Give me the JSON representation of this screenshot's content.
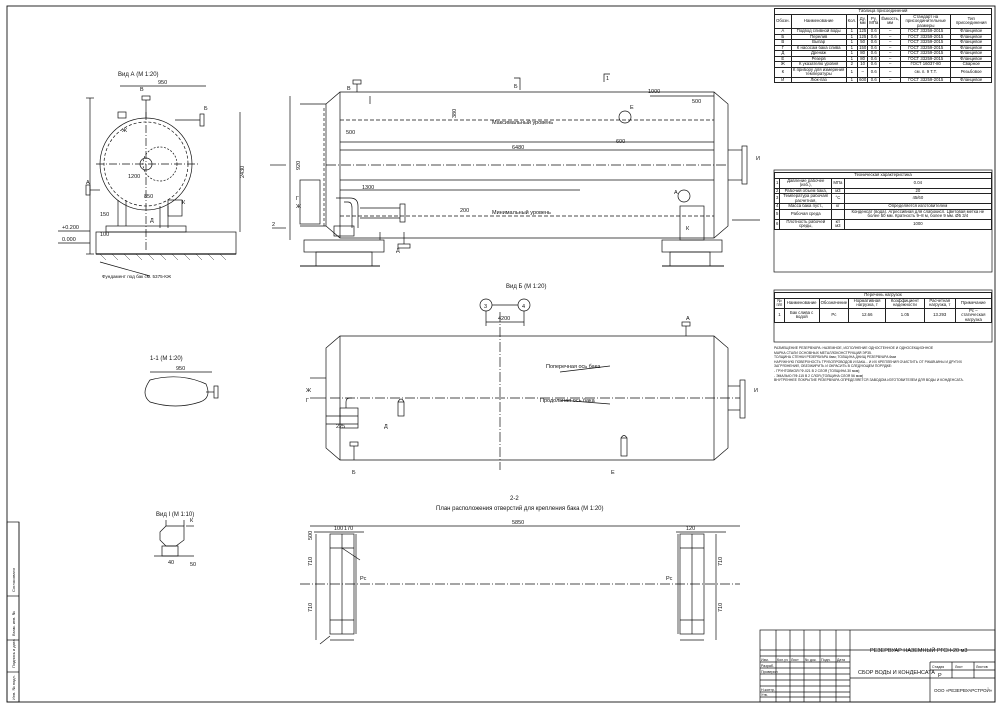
{
  "views": {
    "view_a": "Вид А (М 1:20)",
    "view_b": "Вид Б (М 1:20)",
    "section_11": "1-1 (М 1:20)",
    "view_i": "Вид I (М 1:10)",
    "section_22": "2-2",
    "plan_title": "План расположения отверстий для крепления бака (М 1:20)"
  },
  "view_a_labels": {
    "dim_top": "950",
    "nozzle_v": "В",
    "nozzle_b": "Б",
    "nozzle_a": "А",
    "nozzle_zh": "Ж",
    "nozzle_d": "Д",
    "nozzle_k": "К",
    "dim_1200": "1200",
    "dim_2430": "2430",
    "dim_850": "850",
    "dim_150": "150",
    "dim_100": "100",
    "level_top": "+0.200",
    "level_zero": "0.000",
    "foundation_note": "Фундамент под бак см. 5375-КЖ"
  },
  "front_labels": {
    "dim_1000": "1000",
    "dim_500": "500",
    "dim_380": "380",
    "dim_600": "600",
    "dim_6480": "6480",
    "dim_1300": "1300",
    "dim_920": "920",
    "dim_200": "200",
    "max_level": "Максимальный уровень",
    "min_level": "Минимальный уровень",
    "mark_v": "В",
    "mark_e": "Е",
    "mark_zh": "Ж",
    "mark_g": "Г",
    "mark_d": "Д",
    "mark_k": "К",
    "mark_a": "А",
    "mark_i": "И",
    "mark_1": "1",
    "mark_2": "2",
    "mark_b": "Б"
  },
  "plan_labels": {
    "axis_3": "3",
    "axis_4": "4",
    "dim_4200": "4200",
    "transverse_axis": "Поперечная ось бака",
    "longitudinal_axis": "Продольная ось бака",
    "mark_a": "А",
    "mark_b": "Б",
    "mark_e": "Е",
    "mark_zh": "Ж",
    "mark_g": "Г",
    "mark_d": "Д",
    "mark_i": "И",
    "dim_225": "225"
  },
  "section11_labels": {
    "dim": "950"
  },
  "view_i_labels": {
    "k": "К",
    "d40": "40",
    "d50": "50"
  },
  "plan_bottom": {
    "dim_5850": "5850",
    "pc_left": "Рс",
    "pc_right": "Рс",
    "d710": "710",
    "d500": "500",
    "d100": "100",
    "d170": "170",
    "d120": "120"
  },
  "nozzle_table": {
    "title": "Таблица присоединений",
    "headers": [
      "Обозн.",
      "Наименование",
      "Кол.",
      "Ду, мм",
      "Ру, МПа",
      "Ёмкость, мм",
      "Стандарт на присоединительные размеры",
      "Тип присоединения"
    ],
    "rows": [
      [
        "А",
        "Подвод сливной воды",
        "1",
        "125",
        "0.6",
        "–",
        "ГОСТ 33259-2015",
        "Фланцевое"
      ],
      [
        "Б",
        "Перелив",
        "1",
        "125",
        "0.6",
        "–",
        "ГОСТ 33259-2015",
        "Фланцевое"
      ],
      [
        "В",
        "Выпар",
        "1",
        "50",
        "0.6",
        "–",
        "ГОСТ 33259-2015",
        "Фланцевое"
      ],
      [
        "Г",
        "К насосам бака слива",
        "1",
        "150",
        "0.6",
        "–",
        "ГОСТ 33259-2015",
        "Фланцевое"
      ],
      [
        "Д",
        "Дренаж",
        "1",
        "80",
        "0.6",
        "–",
        "ГОСТ 33259-2015",
        "Фланцевое"
      ],
      [
        "Е",
        "Резерв",
        "1",
        "80",
        "0.6",
        "–",
        "ГОСТ 33259-2015",
        "Фланцевое"
      ],
      [
        "Ж",
        "К указателю уровня",
        "2",
        "10",
        "0.6",
        "–",
        "ГОСТ 16037-80",
        "Сварное"
      ],
      [
        "К",
        "К прибору для измерения температуры",
        "1",
        "–",
        "0.6",
        "–",
        "см. п. 9 Т.Т.",
        "Резьбовое"
      ],
      [
        "И",
        "Люк-лаз",
        "1",
        "600",
        "0.6",
        "–",
        "ГОСТ 33259-2015",
        "Фланцевое"
      ]
    ]
  },
  "tech_table": {
    "title": "Техническая характеристика",
    "headers": [
      "№ п/п",
      "",
      "",
      ""
    ],
    "rows": [
      [
        "1",
        "Давление рабочее (изб.),",
        "МПа",
        "0.04"
      ],
      [
        "2",
        "Рабочий объем бака,",
        "м3",
        "20"
      ],
      [
        "3",
        "Температура рабочая/расчетная,",
        "°С",
        "45/60"
      ],
      [
        "4",
        "Масса бака пуст.,",
        "кг",
        "Определяется изготовителем"
      ],
      [
        "5",
        "Рабочая среда",
        "",
        "Конденсат (вода). Агрессивная для слабокисл. Цветовая метка не более 50 мм. Кратность 9–8 м, более 9 мм. Ø5 3/4"
      ],
      [
        "6",
        "Плотность рабочей среды,",
        "кг/м3",
        "1000"
      ]
    ]
  },
  "load_table": {
    "title": "Перечень нагрузок",
    "headers": [
      "№ п/п",
      "Наименование",
      "Обозначение",
      "Нормативная нагрузка, т",
      "Коэффициент надежности",
      "Расчетная нагрузка, т",
      "Примечание"
    ],
    "rows": [
      [
        "1",
        "Бак слива с водой",
        "Рс",
        "12.66",
        "1.05",
        "13.293",
        "Рс – статическая нагрузка"
      ]
    ]
  },
  "notes": [
    "РАЗМЕЩЕНИЕ РЕЗЕРВУАРА: НАЗЕМНОЕ, ИСПОЛНЕНИЕ ОДНОСТЕННОЕ И ОДНОСЕКЦИОННОЕ",
    "МАРКА СТАЛИ ОСНОВНЫХ МЕТАЛЛОКОНСТРУКЦИЙ ЭР35.",
    "ТОЛЩИНА СТЕНКИ РЕЗЕРВУАРА 6мм; ТОЛЩИНА ДНИЩ РЕЗЕРВУАРА 6мм",
    "НАРУЖНУЮ ПОВЕРХНОСТЬ ТРУБОПРОВОДОВ И БАКА... И ИХ КРЕПЛЕНИЯ ОЧИСТИТЬ ОТ РЖАВЧИНЫ И ДРУГИХ",
    "ЗАГРЯЗНЕНИЙ, ОБЕЗЖИРИТЬ И ОКРАСИТЬ В СЛЕДУЮЩЕМ ПОРЯДКЕ:",
    "- ГРУНТОВКОЙ ГФ-021 В 2 СЛОЯ (ТОЛЩИНА 30 мкм);",
    "- ЭМАЛЬЮ ПФ-115 В 2 СЛОЯ (ТОЛЩИНА СЛОЯ 56 мкм)",
    "ВНУТРЕННЕЕ ПОКРЫТИЕ РЕЗЕРВУАРА ОПРЕДЕЛЯЕТСЯ ЗАВОДОМ-ИЗГОТОВИТЕЛЕМ ДЛЯ ВОДЫ И КОНДЕНСАТА."
  ],
  "title_block": {
    "product": "РЕЗЕРВУАР НАЗЕМНЫЙ РГСН-20 м3",
    "assembly": "СБОР ВОДЫ И КОНДЕНСАТА",
    "org": "ООО «РЕЗЕРВУАРСТРОЙ»",
    "stage": "Р",
    "stage_hdr": "Стадия",
    "sheet_hdr": "Лист",
    "sheets_hdr": "Листов",
    "cols": [
      "Изм.",
      "Кол.уч",
      "Лист",
      "№ док.",
      "Подп.",
      "Дата"
    ],
    "roles": [
      "Разраб.",
      "Проверил",
      "Н.контр.",
      "Утв."
    ]
  },
  "side_stamp": [
    "Согласовано",
    "Взам. инв. №",
    "Подпись и дата",
    "Инв. № подл."
  ]
}
